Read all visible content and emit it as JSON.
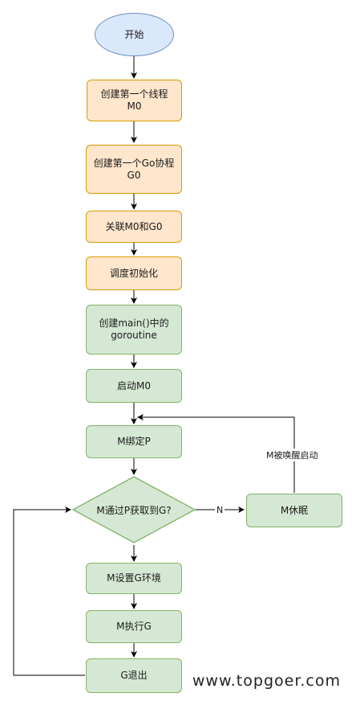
{
  "nodes": {
    "start": "开始",
    "create_thread": "创建第一个线程\nM0",
    "create_goroutine": "创建第一个Go协程\nG0",
    "link": "关联M0和G0",
    "sched_init": "调度初始化",
    "create_main": "创建main()中的\ngoroutine",
    "start_m0": "启动M0",
    "bind_p": "M绑定P",
    "decision": "M通过P获取到G?",
    "sleep": "M休眠",
    "setup_env": "M设置G环境",
    "exec_g": "M执行G",
    "g_exit": "G退出"
  },
  "edge_labels": {
    "no": "N",
    "wake": "M被唤醒启动"
  },
  "watermark": "www.topgoer.com",
  "colors": {
    "orange_fill": "#ffe6cc",
    "orange_stroke": "#d79b00",
    "green_fill": "#d5e8d4",
    "green_stroke": "#82b366",
    "blue_fill": "#dae8fc",
    "blue_stroke": "#6c8ebf"
  }
}
